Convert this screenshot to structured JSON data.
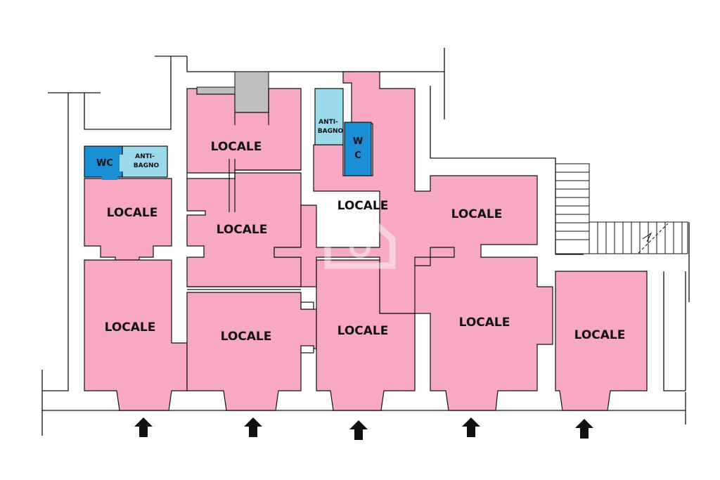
{
  "plan": {
    "rooms": [
      {
        "id": "room-top-center",
        "label": "LOCALE"
      },
      {
        "id": "room-left-mid",
        "label": "LOCALE"
      },
      {
        "id": "room-center-mid",
        "label": "LOCALE"
      },
      {
        "id": "room-center-upper",
        "label": "LOCALE"
      },
      {
        "id": "room-right-mid",
        "label": "LOCALE"
      },
      {
        "id": "room-bottom-1",
        "label": "LOCALE"
      },
      {
        "id": "room-bottom-2",
        "label": "LOCALE"
      },
      {
        "id": "room-bottom-3",
        "label": "LOCALE"
      },
      {
        "id": "room-bottom-4",
        "label": "LOCALE"
      },
      {
        "id": "room-bottom-5",
        "label": "LOCALE"
      }
    ],
    "wc_left": "WC",
    "antibagno_left": [
      "ANTI-",
      "BAGNO"
    ],
    "antibagno_right": [
      "ANTI-",
      "BAGNO"
    ],
    "wc_right": [
      "W",
      "C"
    ],
    "entrance_count": 5,
    "colors": {
      "room": "#f7a8c4",
      "wc": "#1a8fd6",
      "antibagno": "#9ad9ec",
      "shaft": "#bfbfbf",
      "wall": "#111111",
      "arrow": "#111111"
    }
  }
}
